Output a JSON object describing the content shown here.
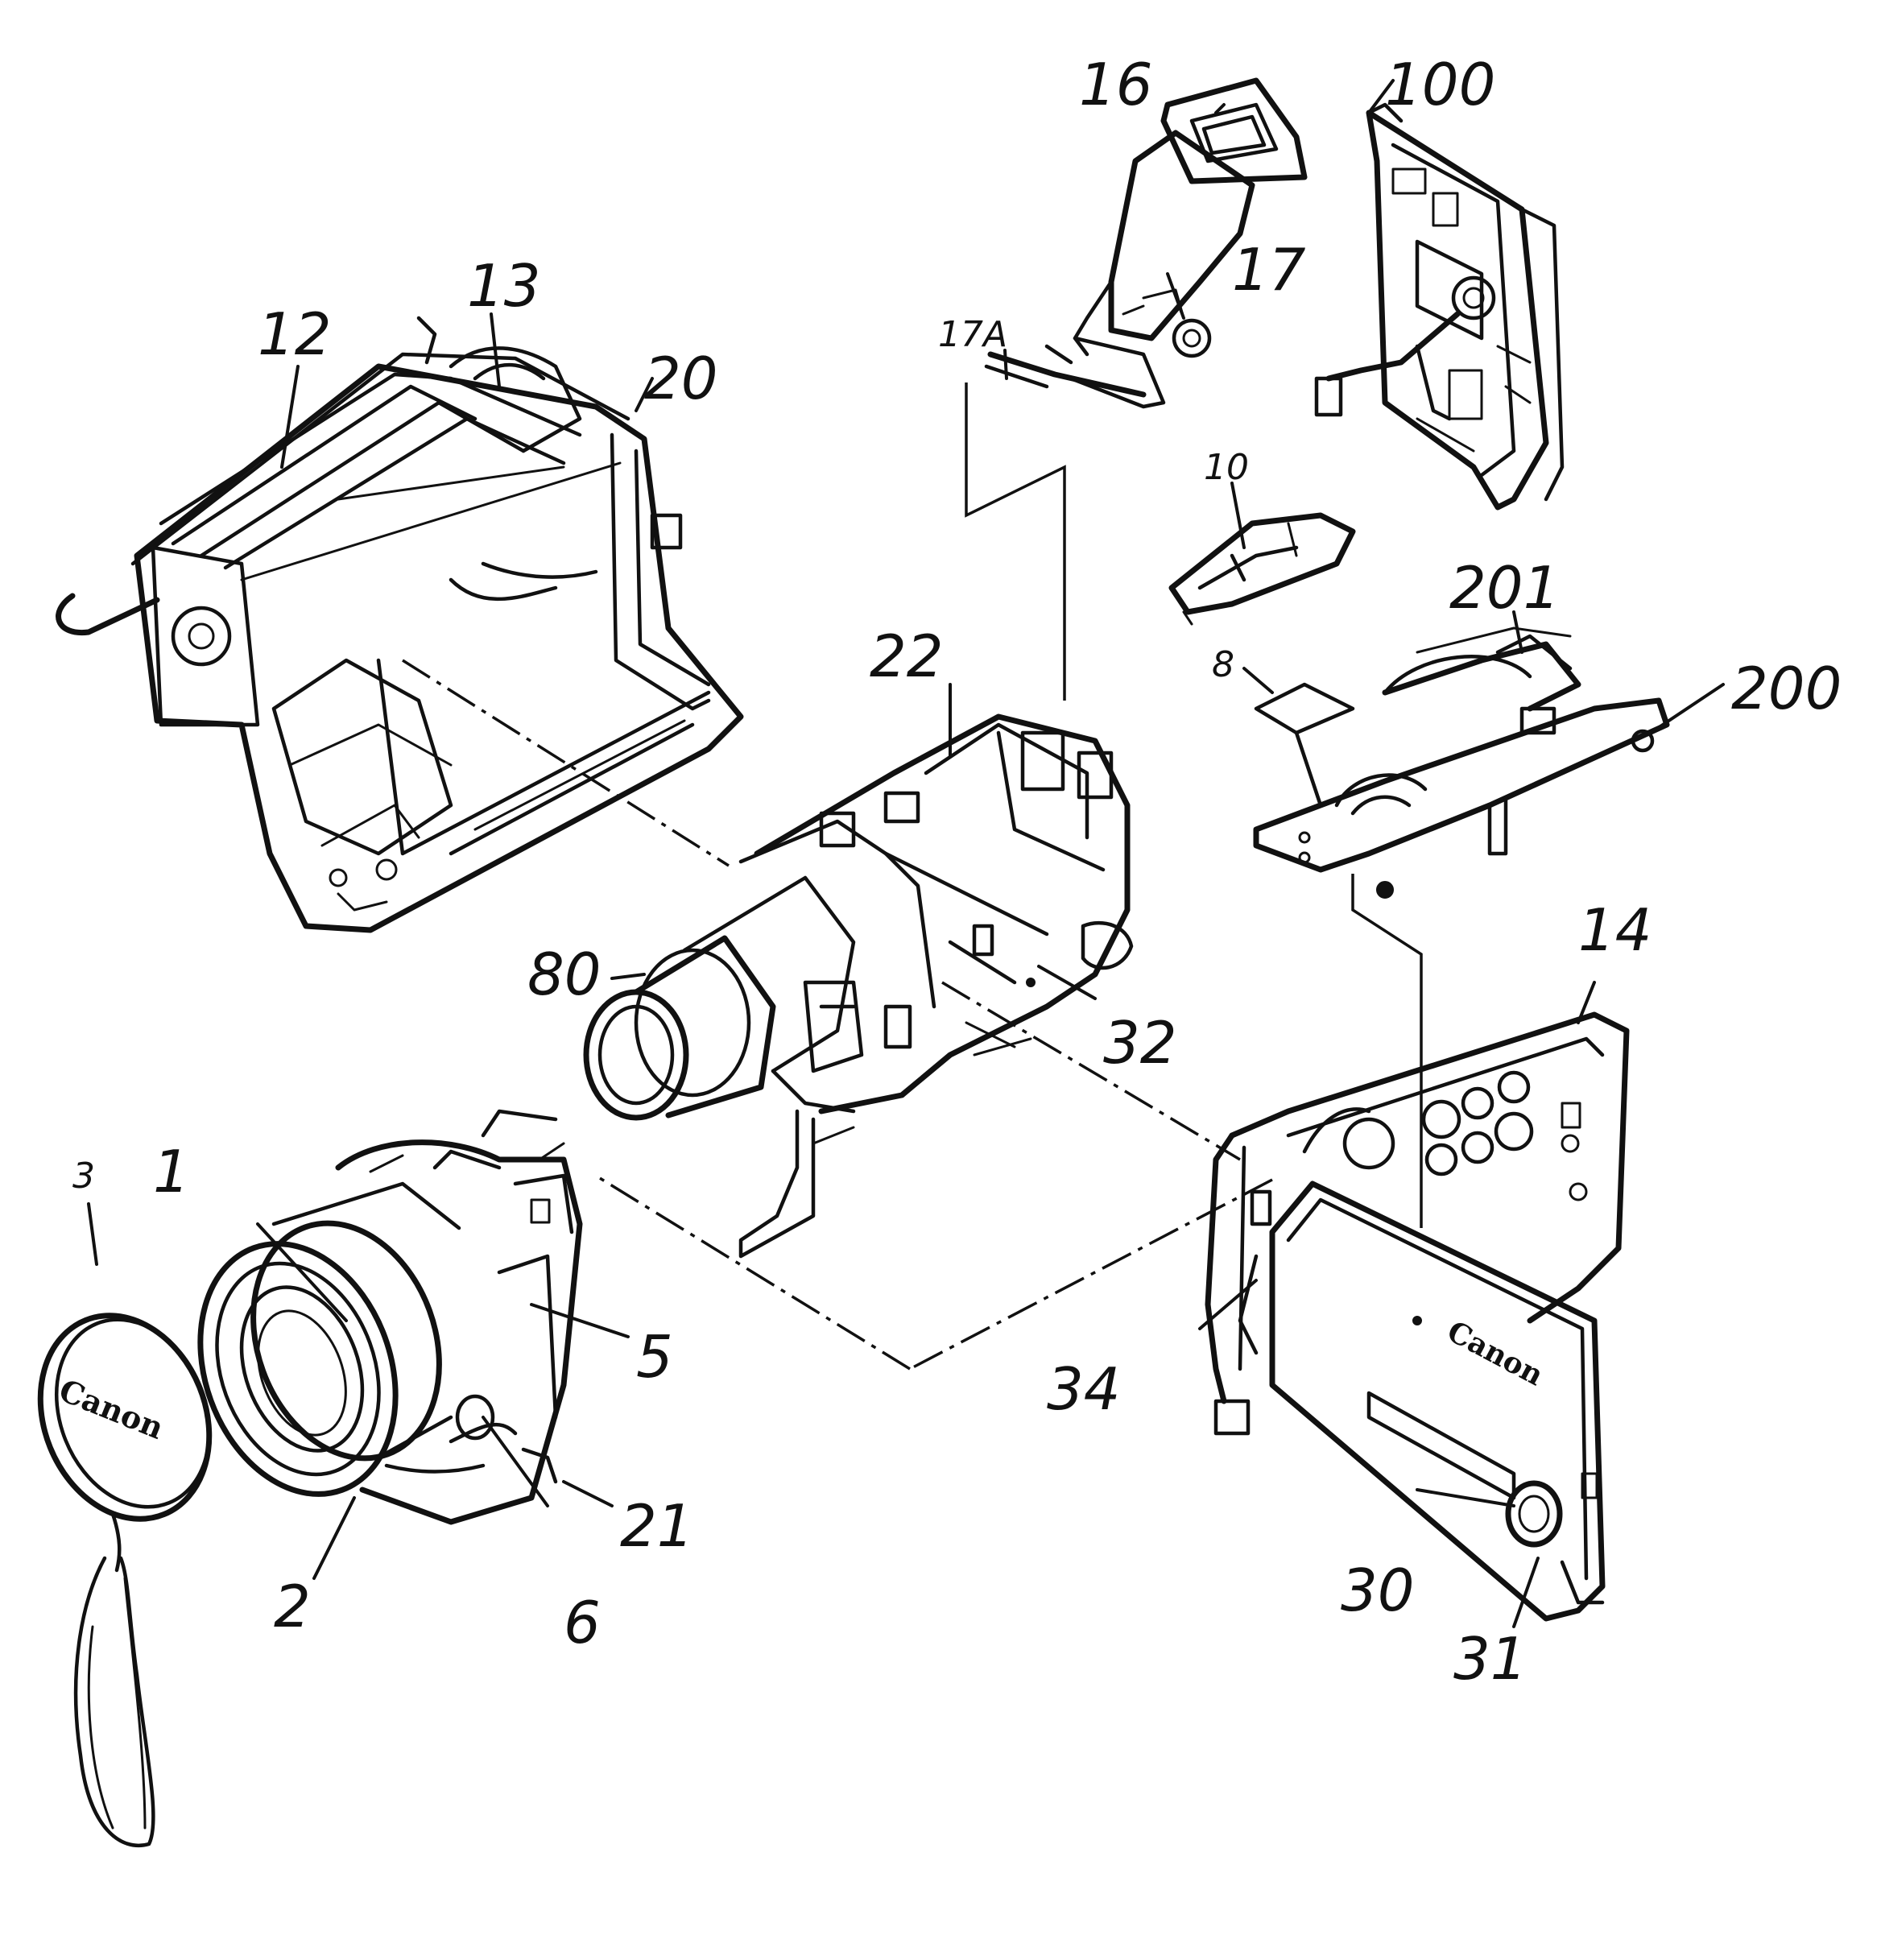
{
  "labels": {
    "l1": "1",
    "l2": "2",
    "l3": "3",
    "l5": "5",
    "l6": "6",
    "l8": "8",
    "l10": "10",
    "l12": "12",
    "l13": "13",
    "l14": "14",
    "l16": "16",
    "l17": "17",
    "l17a": "17A",
    "l20": "20",
    "l21": "21",
    "l22": "22",
    "l30": "30",
    "l31": "31",
    "l32": "32",
    "l34": "34",
    "l80": "80",
    "l100": "100",
    "l200": "200",
    "l201": "201"
  },
  "logos": {
    "cap": "Canon",
    "lcd": "Canon"
  }
}
